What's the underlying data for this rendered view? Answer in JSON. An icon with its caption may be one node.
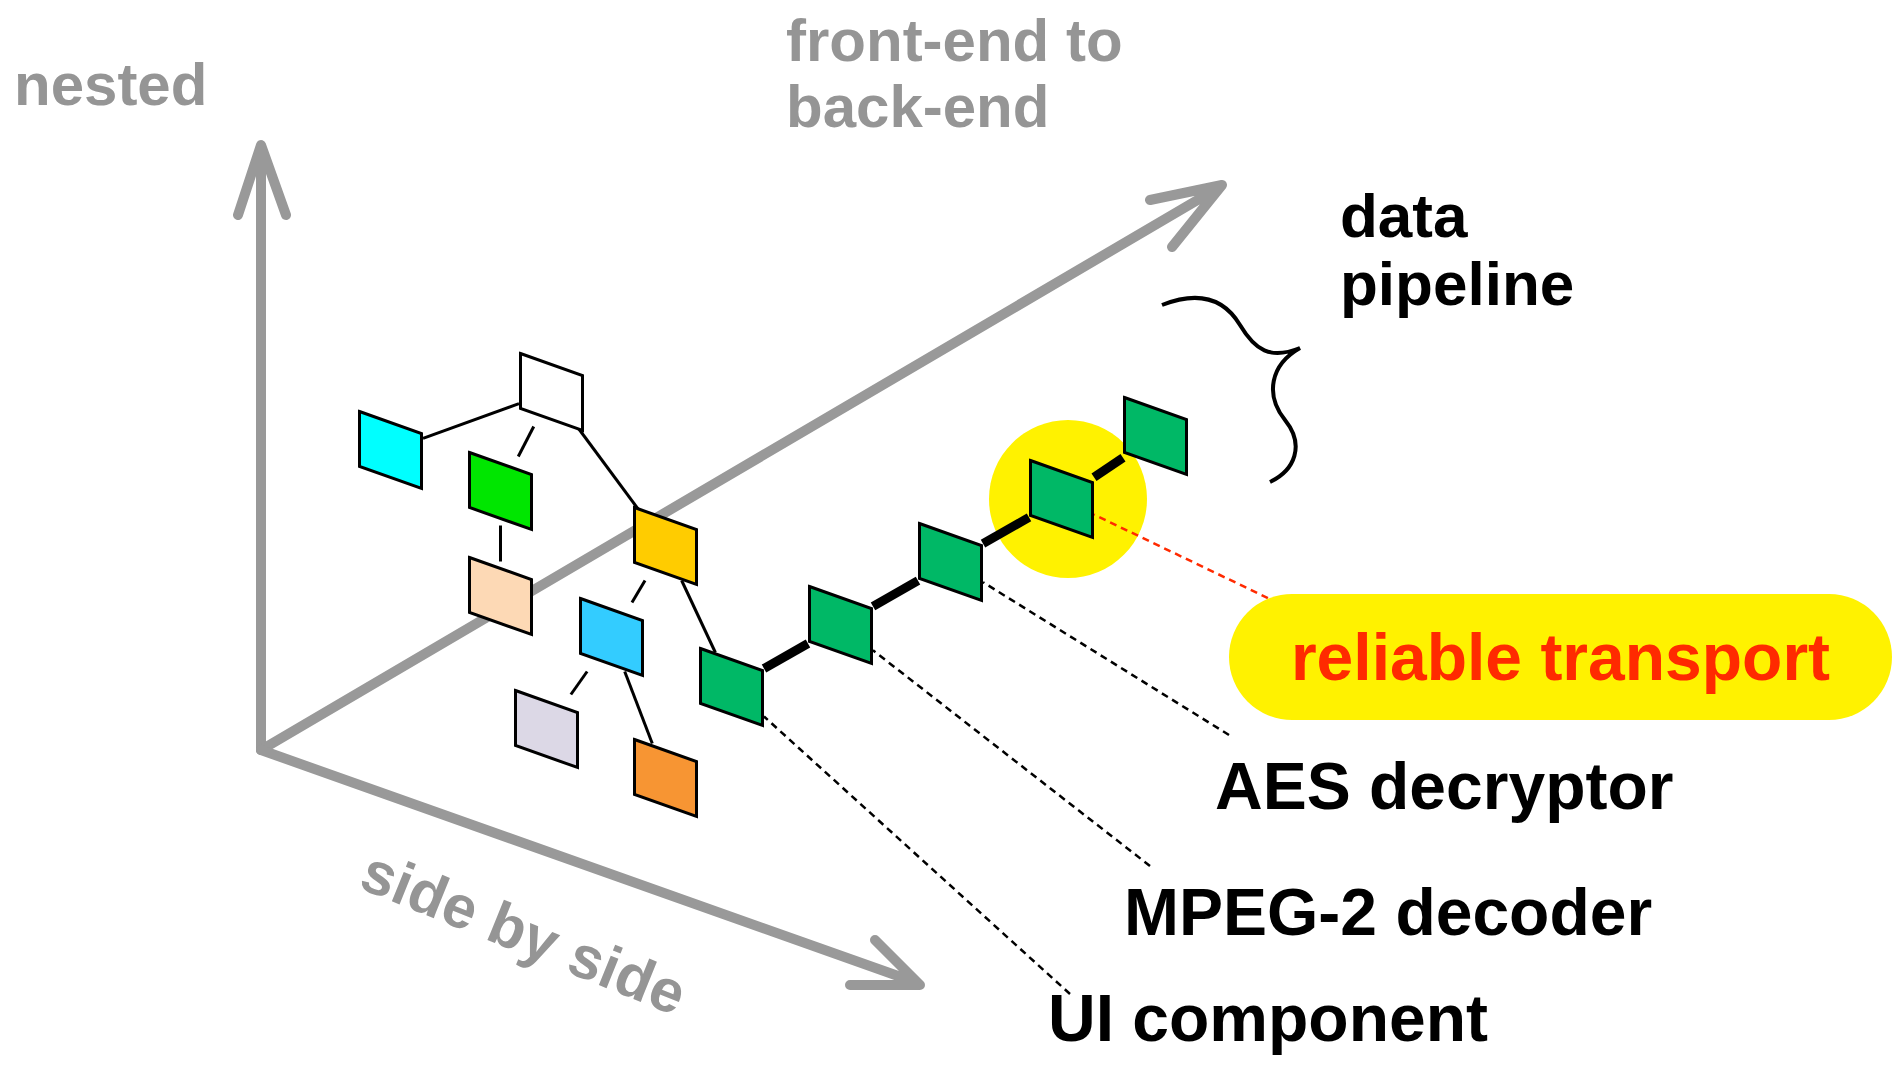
{
  "diagram": {
    "nodes": [
      {
        "text": [],
        "shape": "box"
      },
      {
        "text": [],
        "shape": "box"
      },
      {
        "text": [],
        "shape": "box"
      },
      {
        "text": [],
        "shape": "box"
      },
      {
        "text": [],
        "shape": "box"
      },
      {
        "text": [],
        "shape": "box"
      },
      {
        "text": [],
        "shape": "box"
      },
      {
        "text": [],
        "shape": "box"
      },
      {
        "text": [],
        "shape": "box"
      },
      {
        "text": [],
        "shape": "box"
      },
      {
        "text": [],
        "shape": "box"
      },
      {
        "text": [],
        "shape": "box"
      },
      {
        "text": [],
        "shape": "box"
      },
      {
        "text": [
          "reliable transport"
        ]
      },
      {
        "text": [
          "AES decryptor"
        ]
      },
      {
        "text": [
          "MPEG-2 decoder"
        ]
      },
      {
        "text": [
          "UI component"
        ]
      }
    ],
    "edges": [
      {
        "from": 0,
        "to": 1,
        "arrow": "none"
      },
      {
        "from": 0,
        "to": 2,
        "arrow": "none"
      },
      {
        "from": 2,
        "to": 3,
        "arrow": "none"
      },
      {
        "from": 0,
        "to": 4,
        "arrow": "none"
      },
      {
        "from": 4,
        "to": 5,
        "arrow": "none"
      },
      {
        "from": 5,
        "to": 6,
        "arrow": "none"
      },
      {
        "from": 5,
        "to": 7,
        "arrow": "none"
      },
      {
        "from": 4,
        "to": 8,
        "arrow": "none"
      },
      {
        "from": 8,
        "to": 9,
        "arrow": "none",
        "style": "thick"
      },
      {
        "from": 9,
        "to": 10,
        "arrow": "none",
        "style": "thick"
      },
      {
        "from": 10,
        "to": 11,
        "arrow": "none",
        "style": "thick"
      },
      {
        "from": 11,
        "to": 12,
        "arrow": "none",
        "style": "thick"
      },
      {
        "from": 13,
        "to": 11,
        "arrow": "none",
        "style": "dashed",
        "color": "#ff2a00"
      },
      {
        "from": 14,
        "to": 10,
        "arrow": "none",
        "style": "dashed"
      },
      {
        "from": 15,
        "to": 9,
        "arrow": "none",
        "style": "dashed"
      },
      {
        "from": 16,
        "to": 8,
        "arrow": "none",
        "style": "dashed"
      }
    ],
    "labels": [
      "nested",
      "front-end to back-end",
      "data pipeline",
      "side by side"
    ]
  }
}
